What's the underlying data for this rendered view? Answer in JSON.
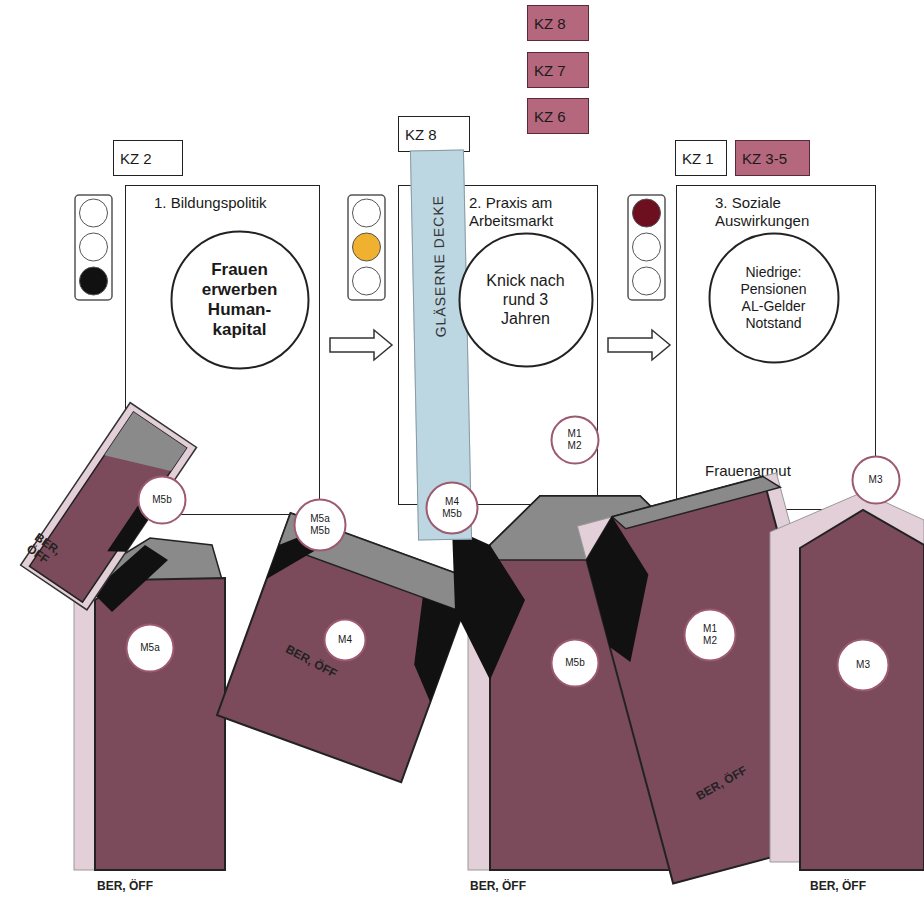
{
  "diagram": {
    "nodes": [
      {
        "text": [
          "KZ 8"
        ]
      },
      {
        "text": [
          "KZ 7"
        ]
      },
      {
        "text": [
          "KZ 6"
        ]
      },
      {
        "text": [
          "KZ 8"
        ]
      },
      {
        "text": [
          "KZ 2"
        ]
      },
      {
        "text": [
          "KZ 1"
        ]
      },
      {
        "text": [
          "KZ 3-5"
        ]
      },
      {
        "text": [
          "1. Bildungspolitik"
        ]
      },
      {
        "text": [
          "Frauen erwerben Human- kapital"
        ],
        "in": 7
      },
      {
        "text": [
          "M5a M5b"
        ]
      },
      {
        "text": [
          "2. Praxis am Arbeitsmarkt"
        ]
      },
      {
        "text": [
          "GLÄSERNE DECKE"
        ]
      },
      {
        "text": [
          "Knick nach rund 3 Jahren"
        ],
        "in": 10
      },
      {
        "text": [
          "M1 M2"
        ],
        "in": 10
      },
      {
        "text": [
          "M4 M5b"
        ]
      },
      {
        "text": [
          "3. Soziale Auswirkungen",
          "Frauenarmut"
        ]
      },
      {
        "text": [
          "Niedrige: Pensionen AL-Gelder Notstand"
        ],
        "in": 15
      },
      {
        "text": [
          "M3"
        ],
        "in": 15
      },
      {
        "text": [
          "M5b"
        ]
      },
      {
        "text": [
          "M5a"
        ]
      },
      {
        "text": [
          "M4"
        ]
      },
      {
        "text": [
          "M5b"
        ]
      },
      {
        "text": [
          "M1 M2"
        ]
      },
      {
        "text": [
          "M3"
        ]
      }
    ],
    "edges": [
      {
        "from": 7,
        "to": 10,
        "arrow": "to"
      },
      {
        "from": 10,
        "to": 15,
        "arrow": "to"
      }
    ],
    "labels": [
      "BER, ÖFF",
      "BER, ÖFF",
      "BER, ÖFF",
      "BER, ÖFF",
      "BER, ÖFF",
      "BER, ÖFF"
    ]
  }
}
